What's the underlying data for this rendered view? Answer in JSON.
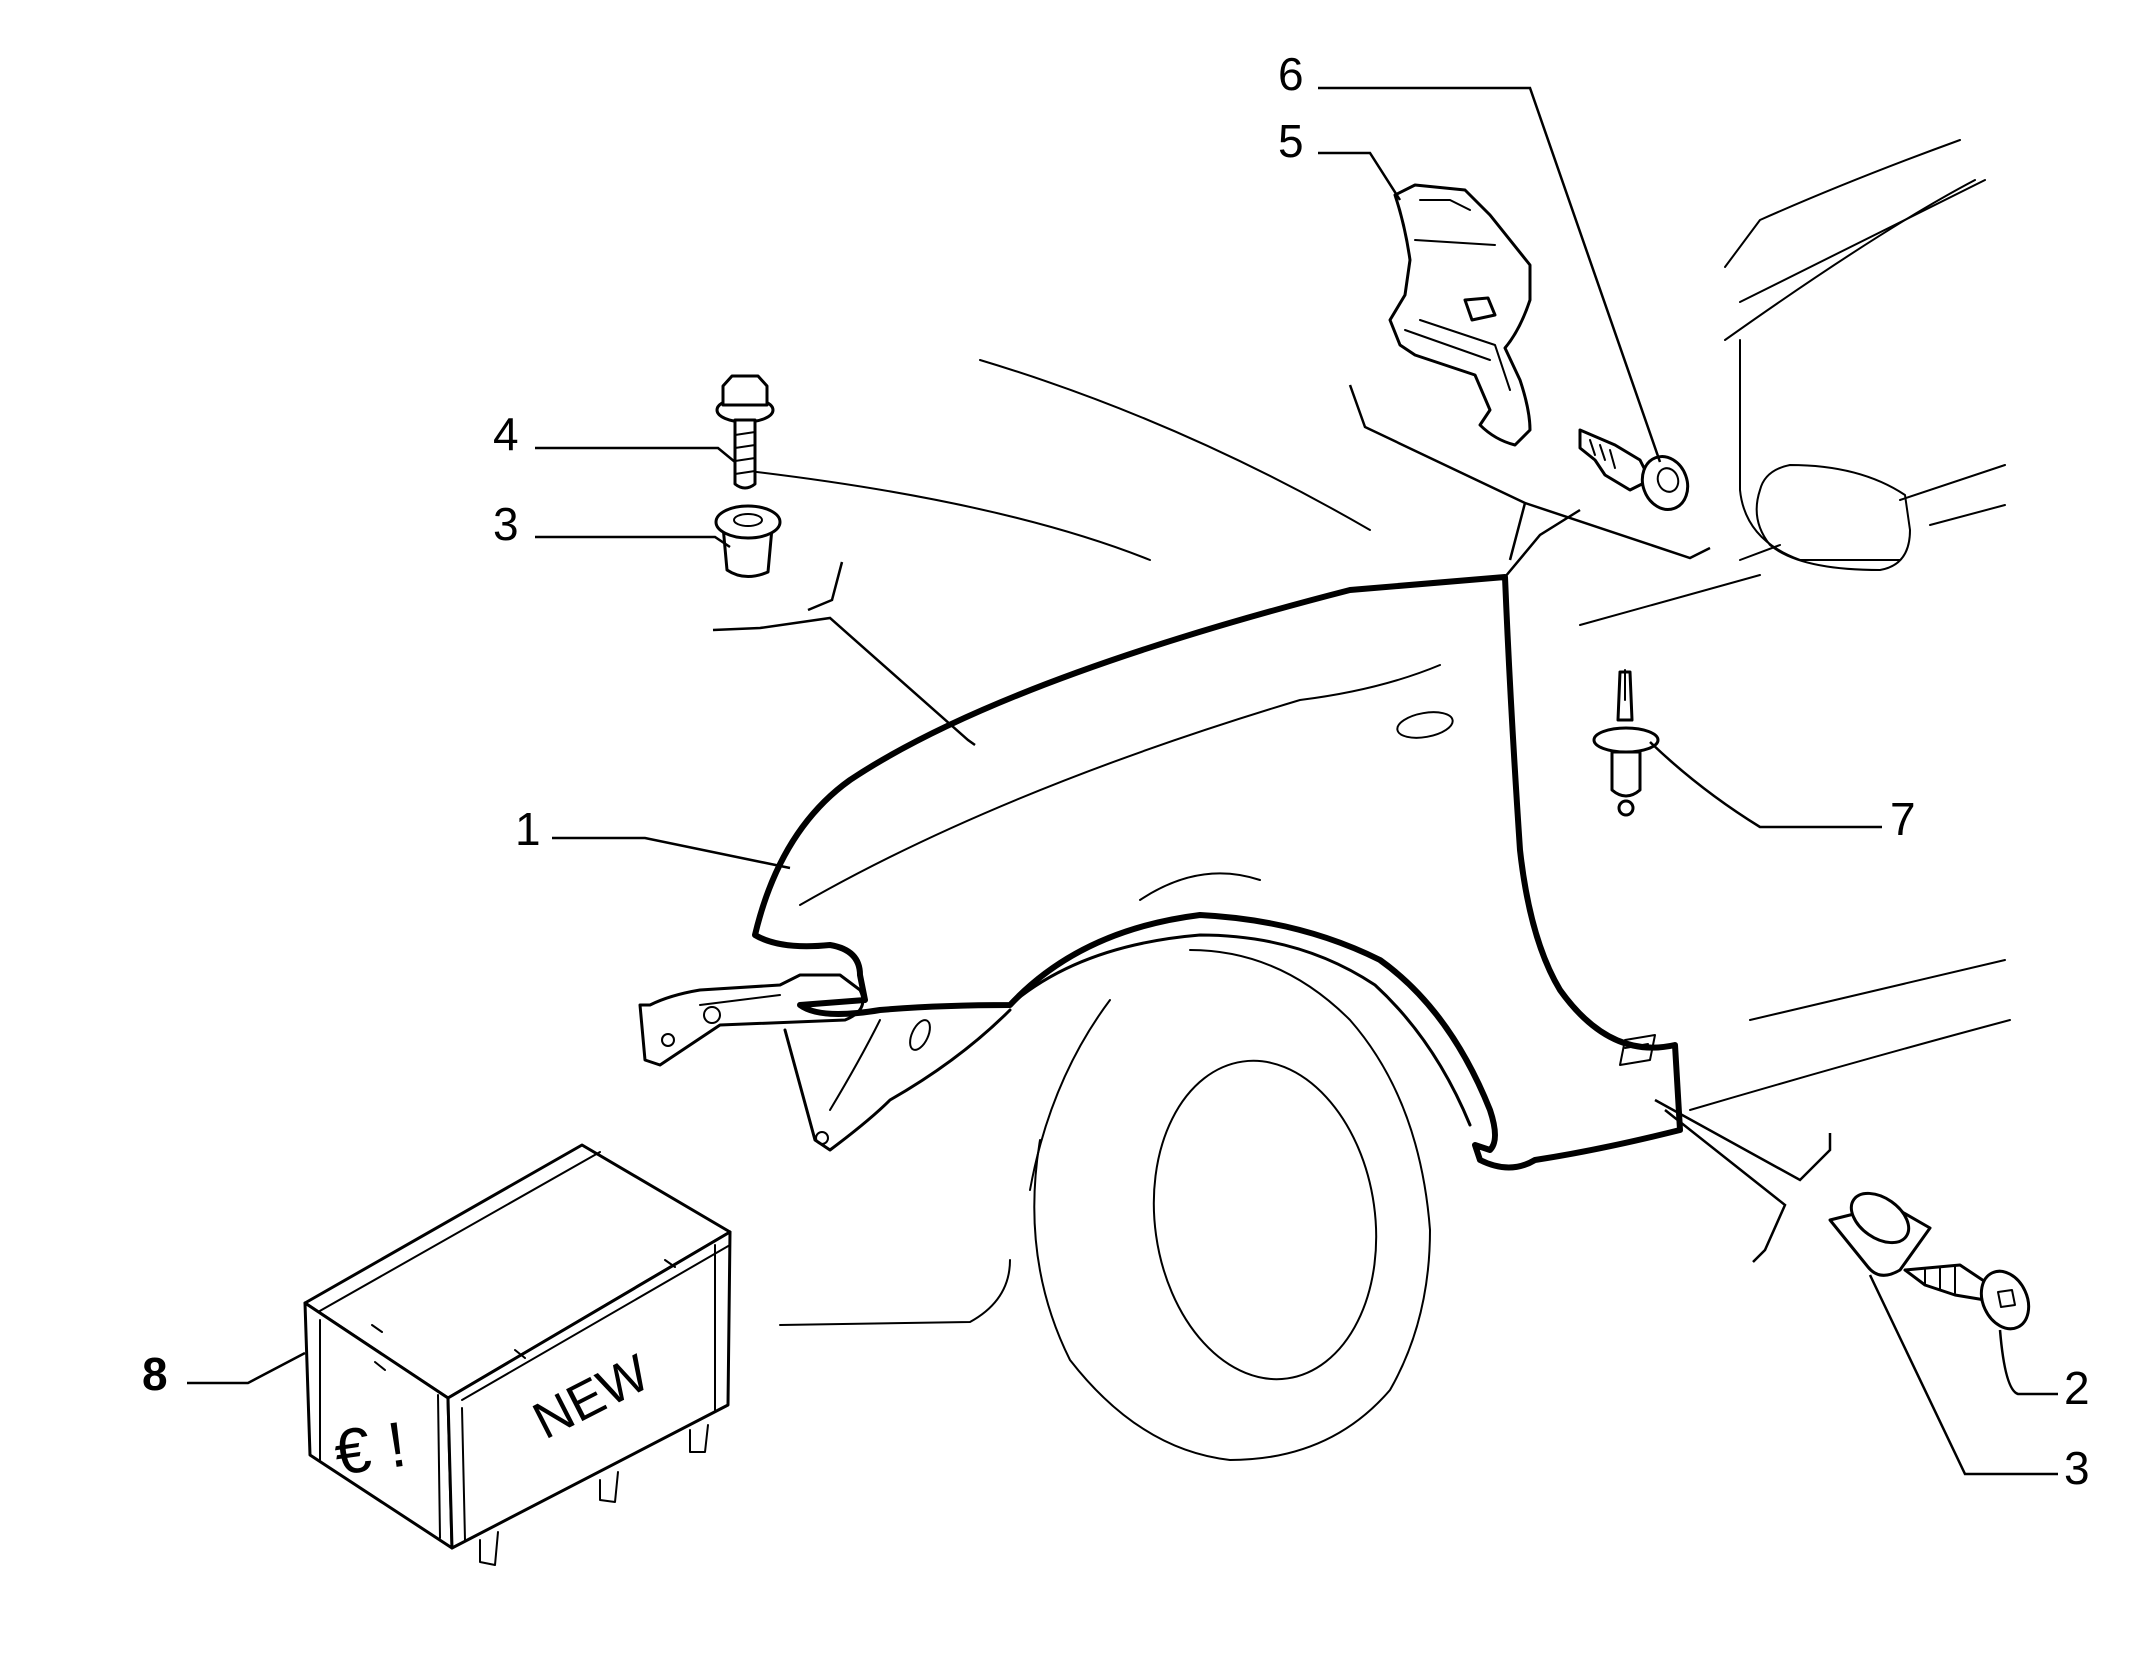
{
  "diagram": {
    "callouts": [
      {
        "id": "c1",
        "label": "1"
      },
      {
        "id": "c2",
        "label": "2"
      },
      {
        "id": "c3a",
        "label": "3"
      },
      {
        "id": "c3b",
        "label": "3"
      },
      {
        "id": "c4",
        "label": "4"
      },
      {
        "id": "c5",
        "label": "5"
      },
      {
        "id": "c6",
        "label": "6"
      },
      {
        "id": "c7",
        "label": "7"
      },
      {
        "id": "c8",
        "label": "8"
      }
    ],
    "crate": {
      "text_new": "NEW",
      "text_symbol": "€ !"
    }
  }
}
